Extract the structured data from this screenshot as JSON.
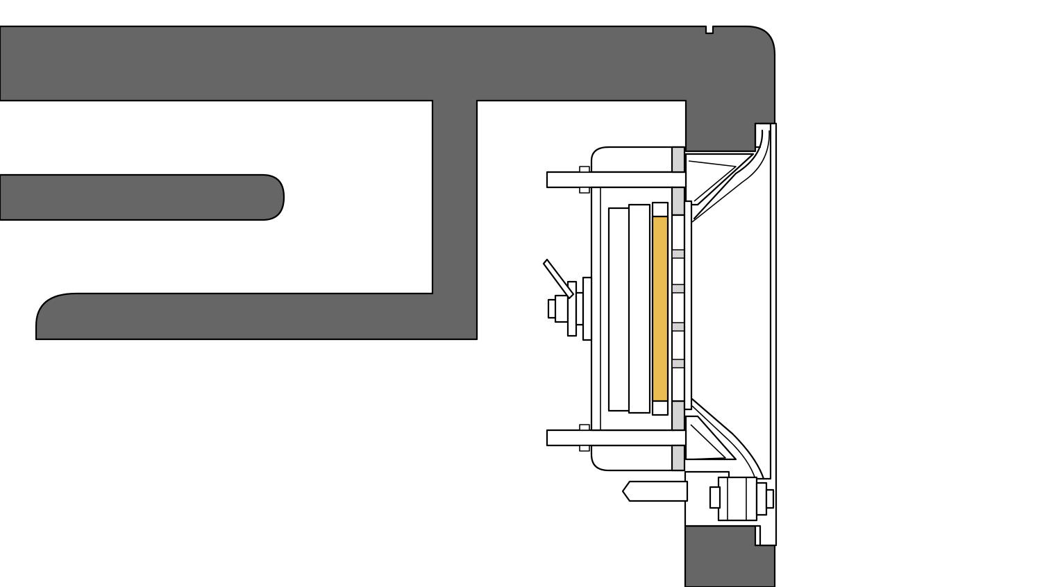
{
  "colors": {
    "background": "#ffffff",
    "frame": "#666666",
    "outline": "#000000",
    "part_fill": "#ffffff",
    "spacer": "#d4d4d4",
    "insulation": "#ebbc52"
  },
  "parts": [
    "frame-profile",
    "mounting-bracket",
    "clamp-plates",
    "insulation-pad",
    "side-bolt",
    "lever-handle",
    "hinge-fitting",
    "drip-cap"
  ]
}
